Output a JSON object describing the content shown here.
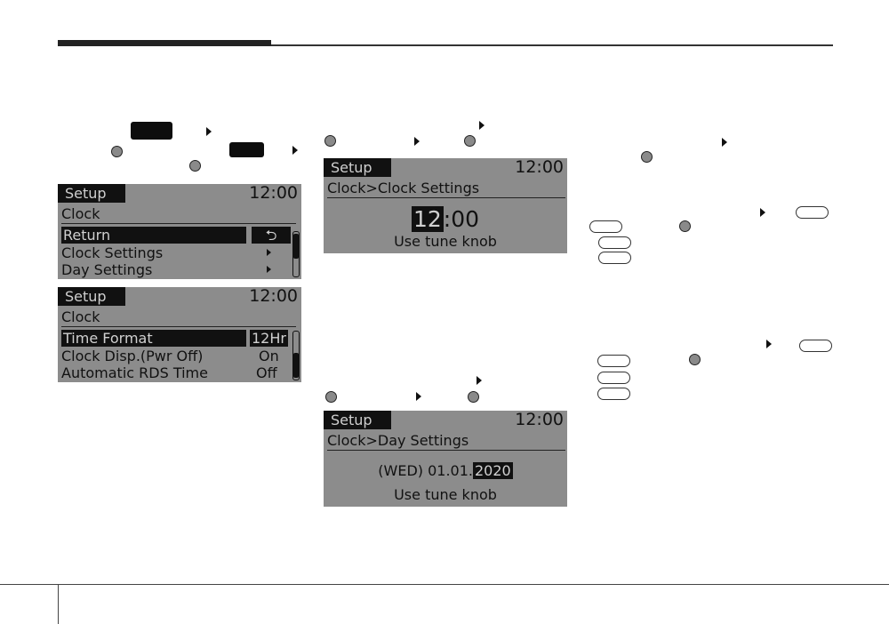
{
  "screens": {
    "clock_menu": {
      "header_title": "Setup",
      "header_time": "12:00",
      "subtitle": "Clock",
      "items": [
        {
          "label": "Return",
          "value": "⮌"
        },
        {
          "label": "Clock Settings"
        },
        {
          "label": "Day Settings"
        }
      ]
    },
    "clock_format": {
      "header_title": "Setup",
      "header_time": "12:00",
      "subtitle": "Clock",
      "items": [
        {
          "label": "Time Format",
          "value": "12Hr"
        },
        {
          "label": "Clock Disp.(Pwr Off)",
          "value": "On"
        },
        {
          "label": "Automatic RDS Time",
          "value": "Off"
        }
      ]
    },
    "clock_settings": {
      "header_title": "Setup",
      "header_time": "12:00",
      "breadcrumb": "Clock>Clock Settings",
      "hour": "12",
      "colon_min": ":00",
      "hint": "Use tune knob"
    },
    "day_settings": {
      "header_title": "Setup",
      "header_time": "12:00",
      "breadcrumb": "Clock>Day Settings",
      "date_prefix": "(WED) 01.01.",
      "year": "2020",
      "hint": "Use tune knob"
    }
  },
  "colors": {
    "lcd_background": "#8c8c8c",
    "lcd_dark": "#111111",
    "lcd_light_text": "#d0d0d0"
  },
  "icons": [
    "knob-icon",
    "arrow-right-icon",
    "black-button-icon",
    "outline-button-icon",
    "return-icon"
  ]
}
